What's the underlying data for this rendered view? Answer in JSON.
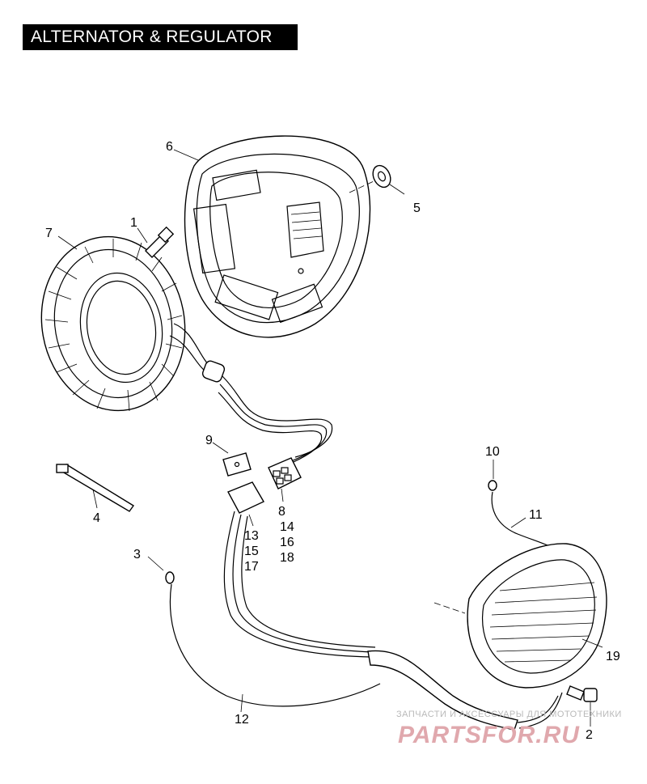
{
  "title": "ALTERNATOR & REGULATOR",
  "callouts": {
    "c1": "1",
    "c2": "2",
    "c3": "3",
    "c4": "4",
    "c5": "5",
    "c6": "6",
    "c7": "7",
    "c8": "8",
    "c9": "9",
    "c10": "10",
    "c11": "11",
    "c12": "12",
    "c13": "13",
    "c14": "14",
    "c15": "15",
    "c16": "16",
    "c17": "17",
    "c18": "18",
    "c19": "19"
  },
  "watermark": {
    "caption": "ЗАПЧАСТИ И АКСЕССУАРЫ ДЛЯ МОТОТЕХНИКИ",
    "brand": "PARTSFOR.RU"
  }
}
